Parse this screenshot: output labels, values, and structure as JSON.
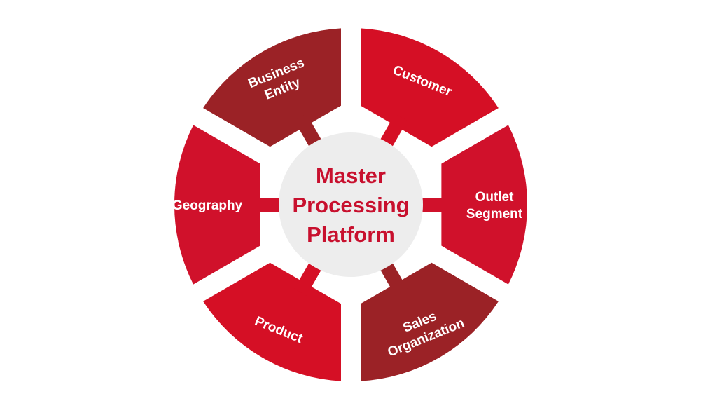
{
  "center": {
    "lines": [
      "Master",
      "Processing",
      "Platform"
    ],
    "text_color": "#C8102E",
    "fill_color": "#EDEDED"
  },
  "segments": [
    {
      "id": "customer",
      "lines": [
        "Customer"
      ],
      "color": "#D50F25"
    },
    {
      "id": "outlet-segment",
      "lines": [
        "Outlet",
        "Segment"
      ],
      "color": "#D0112B"
    },
    {
      "id": "sales-organization",
      "lines": [
        "Sales",
        "Organization"
      ],
      "color": "#9B2226"
    },
    {
      "id": "product",
      "lines": [
        "Product"
      ],
      "color": "#D50F25"
    },
    {
      "id": "geography",
      "lines": [
        "Geography"
      ],
      "color": "#D0112B"
    },
    {
      "id": "business-entity",
      "lines": [
        "Business",
        "Entity"
      ],
      "color": "#9B2226"
    }
  ]
}
